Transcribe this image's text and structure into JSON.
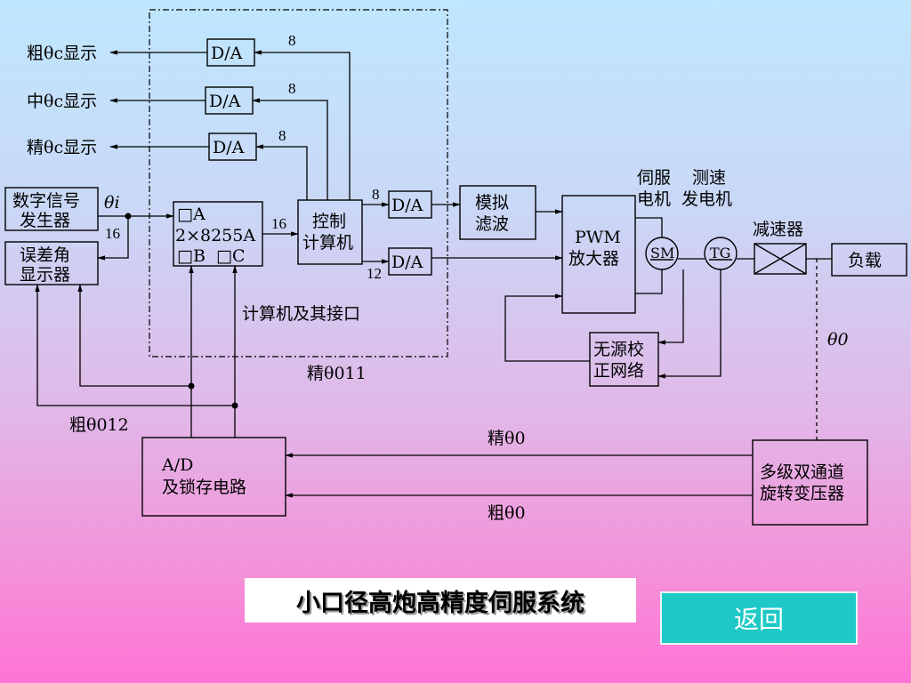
{
  "diagram": {
    "out_coarse": "粗θc显示",
    "out_mid": "中θc显示",
    "out_fine": "精θc显示",
    "da": "D/A",
    "bit8": "8",
    "bit12": "12",
    "bit16": "16",
    "digital_gen": [
      "数字信号",
      "发生器"
    ],
    "theta_i": "θi",
    "err_display": [
      "误差角",
      "显示器"
    ],
    "ppi": [
      "□A",
      "2×8255A",
      "□B  □C"
    ],
    "ctrl_computer": [
      "控制",
      "计算机"
    ],
    "computer_interface": "计算机及其接口",
    "analog_filter": [
      "模拟",
      "滤波"
    ],
    "pwm": [
      "PWM",
      "放大器"
    ],
    "servo_motor": [
      "伺服",
      "电机"
    ],
    "tacho": [
      "测速",
      "发电机"
    ],
    "sm": "SM",
    "tg": "TG",
    "reducer": "减速器",
    "load": "负载",
    "passive_net": [
      "无源校",
      "正网络"
    ],
    "theta_0": "θ0",
    "fine_theta_11": "精θ011",
    "coarse_theta_12": "粗θ012",
    "fine_theta": "精θ0",
    "coarse_theta": "粗θ0",
    "ad": [
      "A/D",
      "及锁存电路"
    ],
    "resolver": [
      "多级双通道",
      "旋转变压器"
    ]
  },
  "title": "小口径高炮高精度伺服系统",
  "back_button": "返回"
}
